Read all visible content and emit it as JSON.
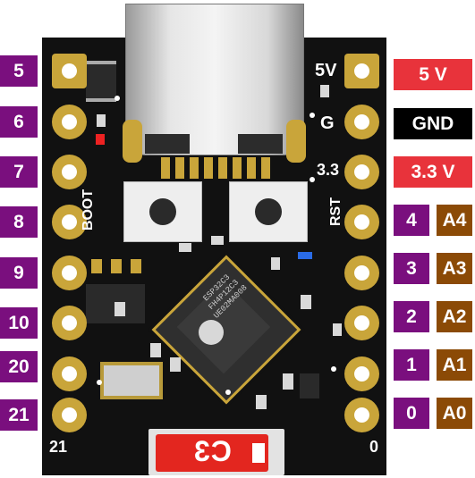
{
  "board": {
    "left_pins": [
      "5",
      "6",
      "7",
      "8",
      "9",
      "10",
      "20",
      "21"
    ],
    "right_pins": [
      {
        "num": "",
        "name": "5 V",
        "color": "#e8333b"
      },
      {
        "num": "",
        "name": "GND",
        "color": "#000000"
      },
      {
        "num": "",
        "name": "3.3 V",
        "color": "#e8333b"
      },
      {
        "num": "4",
        "name": "A4",
        "color": "#8b4a06"
      },
      {
        "num": "3",
        "name": "A3",
        "color": "#8b4a06"
      },
      {
        "num": "2",
        "name": "A2",
        "color": "#8b4a06"
      },
      {
        "num": "1",
        "name": "A1",
        "color": "#8b4a06"
      },
      {
        "num": "0",
        "name": "A0",
        "color": "#8b4a06"
      }
    ],
    "silk": {
      "v5": "5V",
      "gnd": "G",
      "v33": "3.3",
      "boot": "BOOT",
      "rst": "RST",
      "bottom_left": "21",
      "bottom_right": "0",
      "c3": "C3"
    },
    "chip_text": [
      "ESP32C3",
      "FH4P12C3",
      "UE02MA008"
    ],
    "colors": {
      "pin_label_purple": "#7a0f7e",
      "pin_label_brown": "#8b4a06",
      "pad": "#c9a53a",
      "pcb": "#111111",
      "c3_badge": "#e3261f"
    }
  }
}
